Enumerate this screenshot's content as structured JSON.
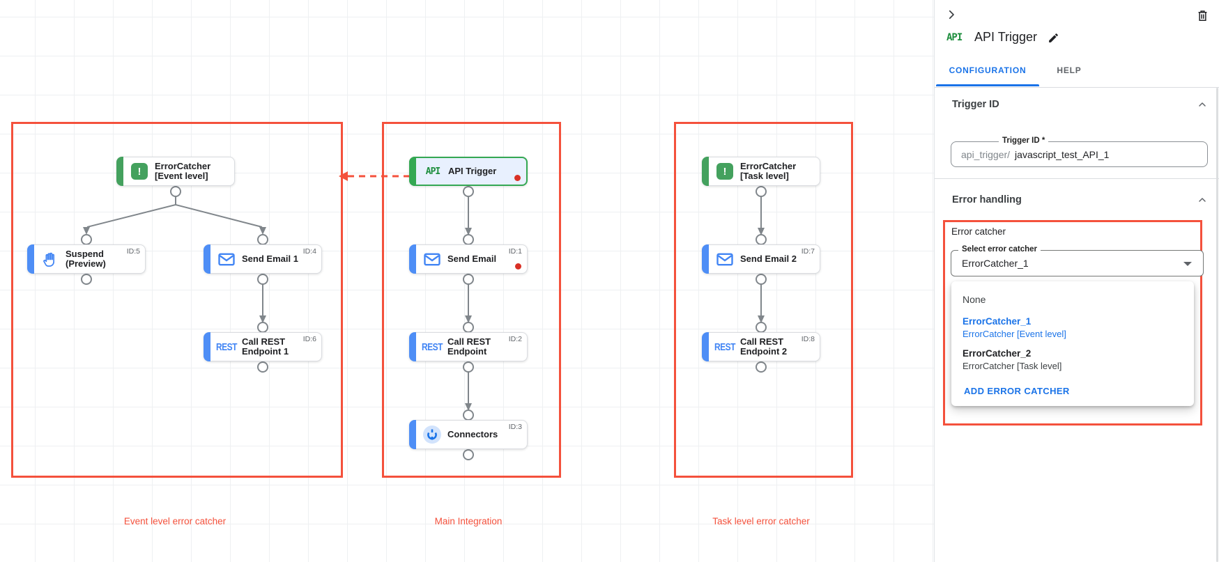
{
  "colors": {
    "annotation_red": "#f4513c",
    "alert_dot_red": "#d93025",
    "trigger_green": "#34a853",
    "node_bar_blue": "#4e8ef6",
    "icon_blue": "#4285f4",
    "link_blue": "#1a73e8"
  },
  "canvas": {
    "groups": [
      {
        "label": "Event level error catcher"
      },
      {
        "label": "Main Integration"
      },
      {
        "label": "Task level error catcher"
      }
    ],
    "api_icon_text": "API",
    "rest_icon_text": "REST",
    "error_icon_text": "!",
    "nodes": [
      {
        "key": "api-trigger",
        "line1": "API Trigger",
        "line2": "",
        "id_label": ""
      },
      {
        "key": "send-email",
        "line1": "Send Email",
        "line2": "",
        "id_label": "ID:1"
      },
      {
        "key": "call-rest-endpoint",
        "line1": "Call REST",
        "line2": "Endpoint",
        "id_label": "ID:2"
      },
      {
        "key": "connectors",
        "line1": "Connectors",
        "line2": "",
        "id_label": "ID:3"
      },
      {
        "key": "errorcatcher-event",
        "line1": "ErrorCatcher",
        "line2": "[Event level]",
        "id_label": ""
      },
      {
        "key": "suspend",
        "line1": "Suspend",
        "line2": "(Preview)",
        "id_label": "ID:5"
      },
      {
        "key": "send-email-1",
        "line1": "Send Email 1",
        "line2": "",
        "id_label": "ID:4"
      },
      {
        "key": "call-rest-endpoint-1",
        "line1": "Call REST",
        "line2": "Endpoint 1",
        "id_label": "ID:6"
      },
      {
        "key": "errorcatcher-task",
        "line1": "ErrorCatcher",
        "line2": "[Task level]",
        "id_label": ""
      },
      {
        "key": "send-email-2",
        "line1": "Send Email 2",
        "line2": "",
        "id_label": "ID:7"
      },
      {
        "key": "call-rest-endpoint-2",
        "line1": "Call REST",
        "line2": "Endpoint 2",
        "id_label": "ID:8"
      }
    ]
  },
  "panel": {
    "logo_text": "API",
    "title": "API Trigger",
    "tabs": [
      {
        "label": "CONFIGURATION"
      },
      {
        "label": "HELP"
      }
    ],
    "trigger_id": {
      "section_title": "Trigger ID",
      "field_label": "Trigger ID *",
      "prefix": "api_trigger/",
      "value": "javascript_test_API_1"
    },
    "error_handling": {
      "section_title": "Error handling",
      "group_label": "Error catcher",
      "select_label": "Select error catcher",
      "selected_value": "ErrorCatcher_1",
      "options": [
        {
          "name": "None",
          "desc": ""
        },
        {
          "name": "ErrorCatcher_1",
          "desc": "ErrorCatcher [Event level]"
        },
        {
          "name": "ErrorCatcher_2",
          "desc": "ErrorCatcher [Task level]"
        }
      ],
      "add_button_label": "ADD ERROR CATCHER"
    }
  }
}
